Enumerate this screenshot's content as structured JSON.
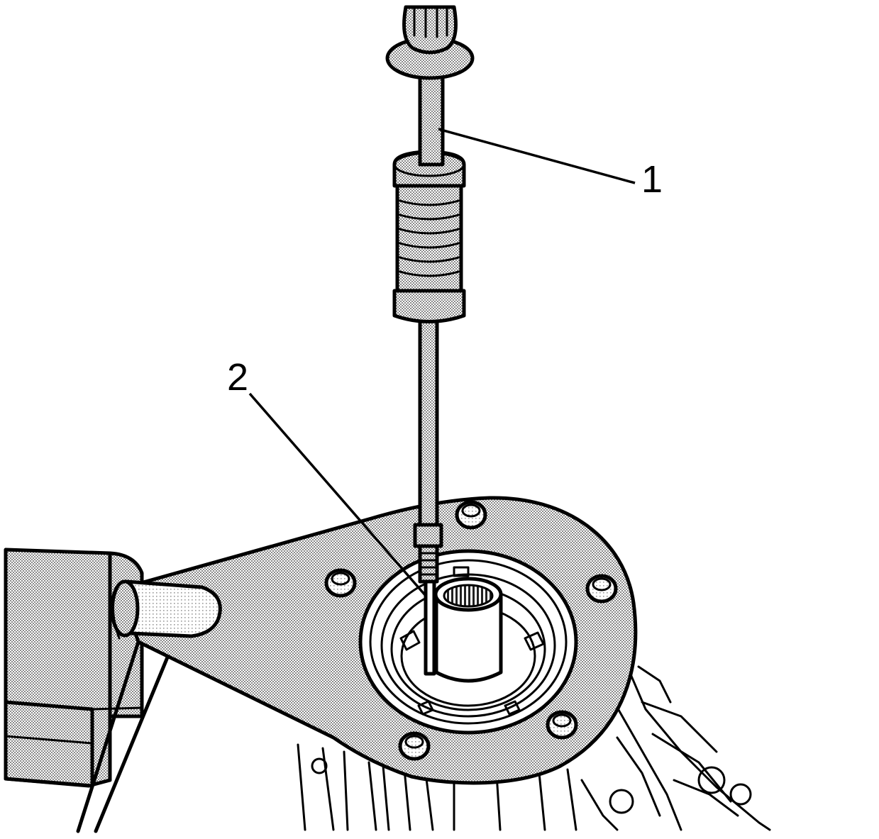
{
  "diagram": {
    "callouts": [
      {
        "id": "1",
        "label": "1"
      },
      {
        "id": "2",
        "label": "2"
      }
    ],
    "colors": {
      "ink": "#000000",
      "paper": "#ffffff",
      "hatch": "#8a8a8a",
      "light": "#f2f2f2"
    }
  }
}
